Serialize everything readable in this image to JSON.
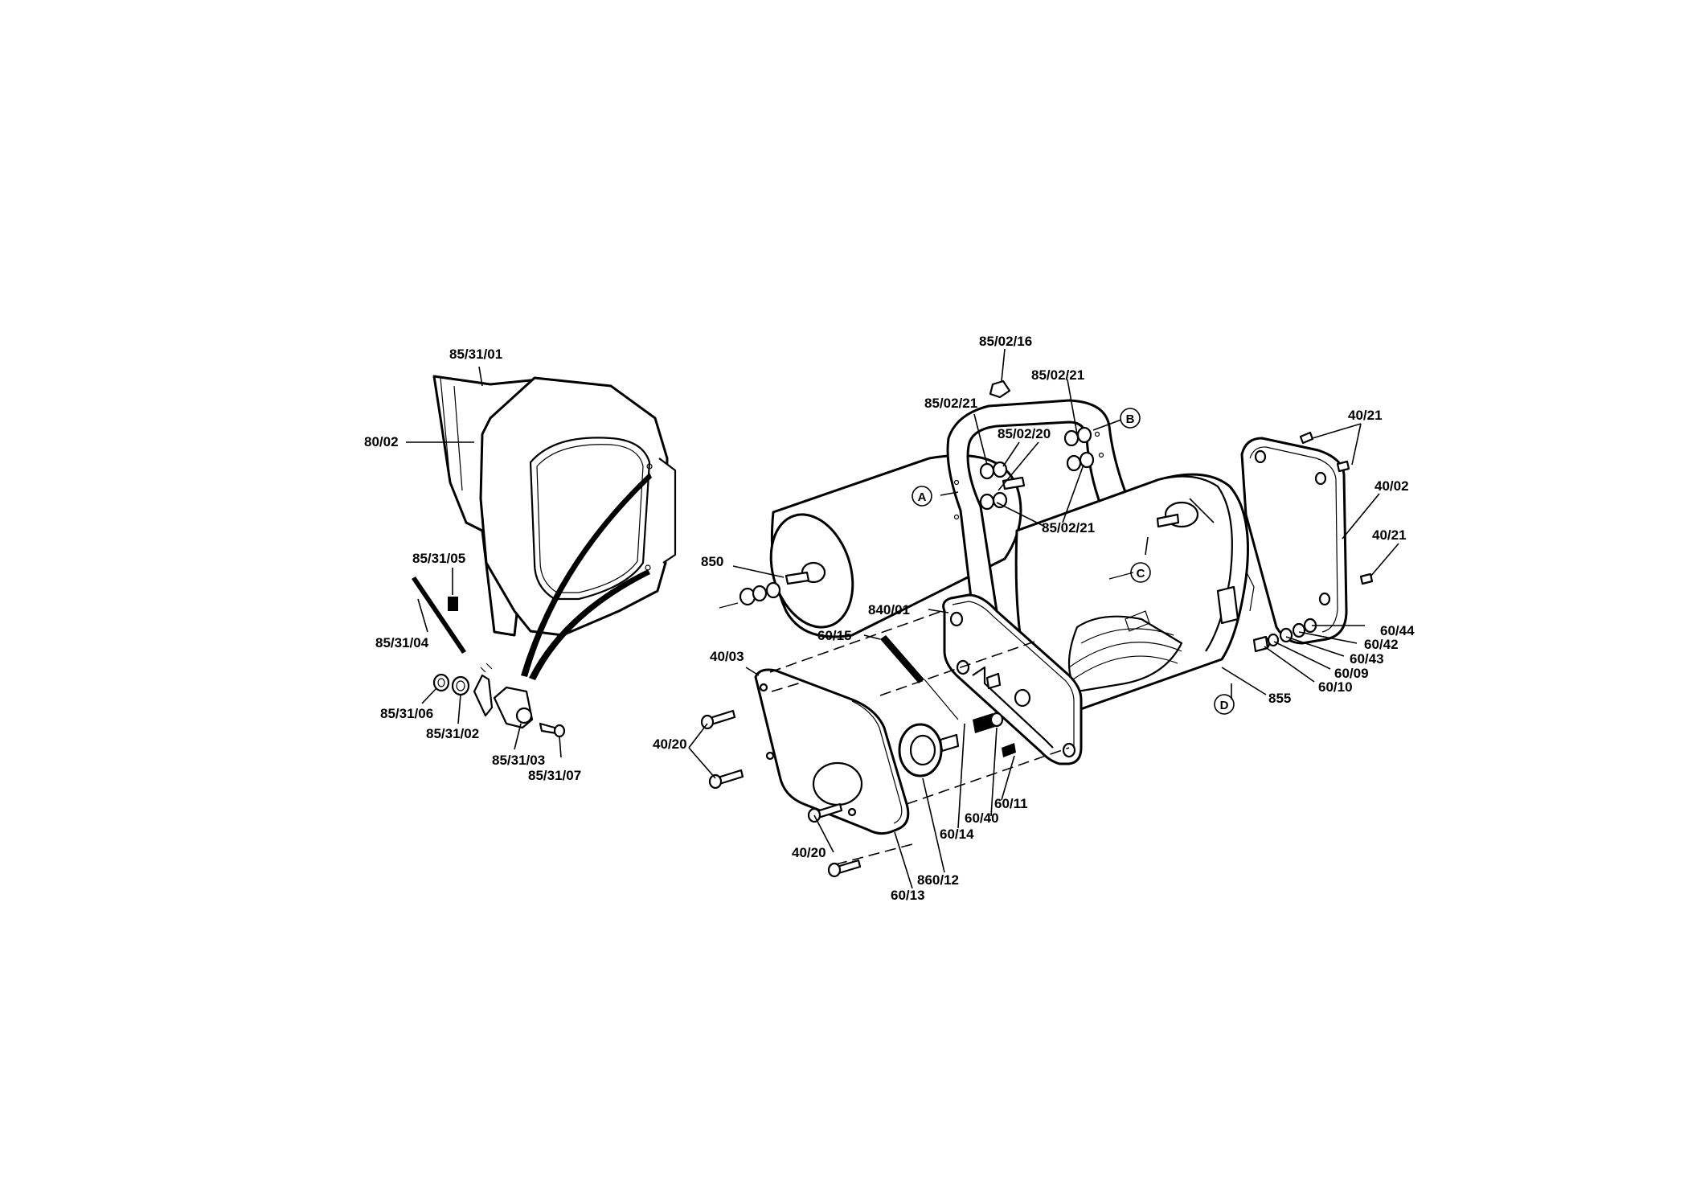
{
  "callouts": {
    "c_85_31_01": "85/31/01",
    "c_80_02": "80/02",
    "c_85_31_05": "85/31/05",
    "c_85_31_04": "85/31/04",
    "c_85_31_06": "85/31/06",
    "c_85_31_02": "85/31/02",
    "c_85_31_03": "85/31/03",
    "c_85_31_07": "85/31/07",
    "c_85_02_16": "85/02/16",
    "c_85_02_21_a": "85/02/21",
    "c_85_02_21_b": "85/02/21",
    "c_85_02_20": "85/02/20",
    "c_85_02_21_c": "85/02/21",
    "c_40_21_a": "40/21",
    "c_40_02": "40/02",
    "c_40_21_b": "40/21",
    "c_850": "850",
    "c_840_01": "840/01",
    "c_60_15": "60/15",
    "c_40_03": "40/03",
    "c_40_20_a": "40/20",
    "c_40_20_b": "40/20",
    "c_60_44": "60/44",
    "c_60_42": "60/42",
    "c_60_43": "60/43",
    "c_60_09": "60/09",
    "c_60_10": "60/10",
    "c_855": "855",
    "c_60_11": "60/11",
    "c_60_40": "60/40",
    "c_60_14": "60/14",
    "c_860_12": "860/12",
    "c_60_13": "60/13"
  },
  "markers": {
    "m_a": "A",
    "m_b": "B",
    "m_c": "C",
    "m_d": "D"
  }
}
